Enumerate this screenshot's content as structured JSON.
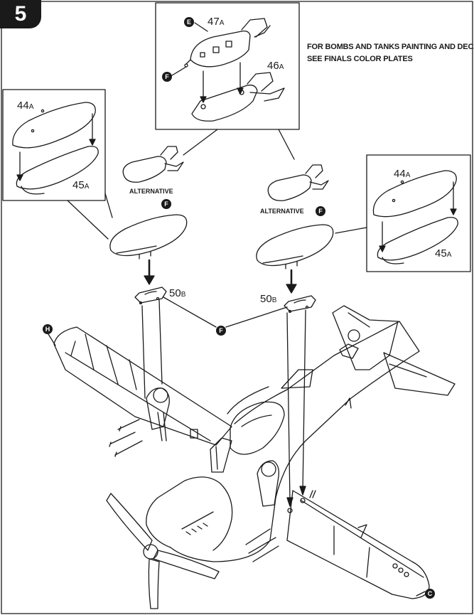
{
  "step": {
    "number": "5"
  },
  "note": {
    "line1": "For Bombs And Tanks Painting And Decals",
    "line2": "See Finals Color Plates"
  },
  "parts": {
    "p47": {
      "num": "47",
      "suffix": "A"
    },
    "p46": {
      "num": "46",
      "suffix": "A"
    },
    "p44_left": {
      "num": "44",
      "suffix": "A"
    },
    "p45_left": {
      "num": "45",
      "suffix": "A"
    },
    "p44_right": {
      "num": "44",
      "suffix": "A"
    },
    "p45_right": {
      "num": "45",
      "suffix": "A"
    },
    "p50_left": {
      "num": "50",
      "suffix": "B"
    },
    "p50_right": {
      "num": "50",
      "suffix": "B"
    }
  },
  "alternative_left": "Alternative",
  "alternative_right": "Alternative",
  "markers": {
    "e": "E",
    "f_top": "F",
    "f_tank_left": "F",
    "f_tank_right": "F",
    "f_center": "F",
    "h": "H",
    "c": "C"
  },
  "colors": {
    "ink": "#1a1a1a",
    "paper": "#ffffff"
  }
}
